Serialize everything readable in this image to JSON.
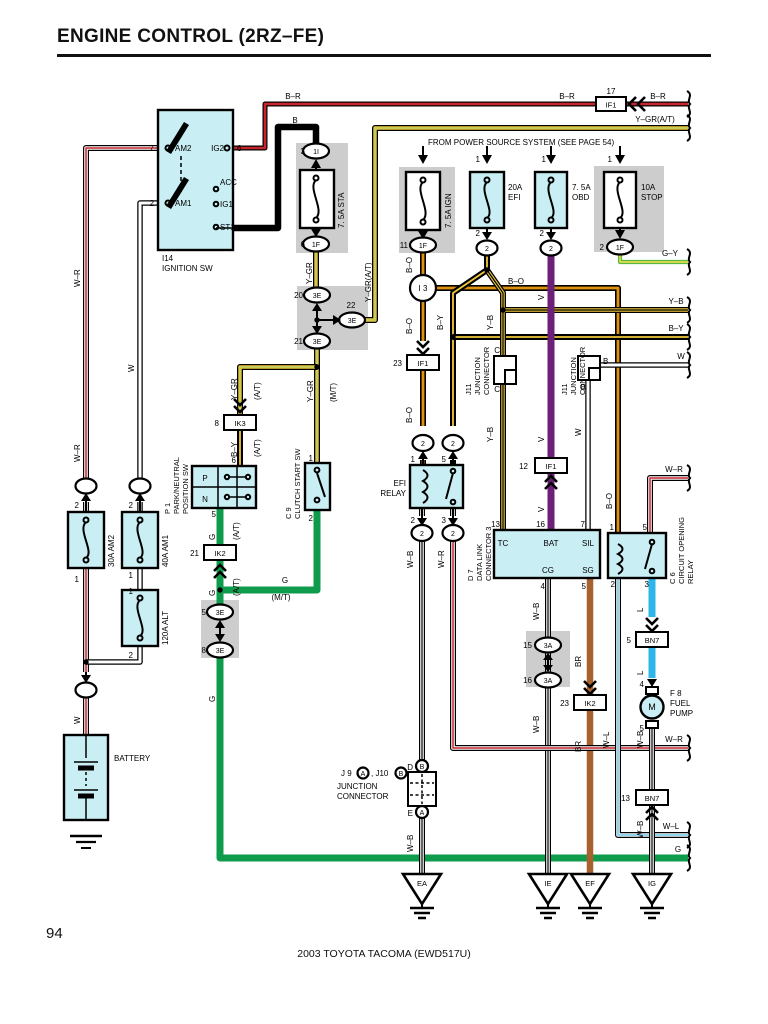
{
  "page": {
    "title": "ENGINE CONTROL (2RZ–FE)",
    "number": "94",
    "footer": "2003 TOYOTA TACOMA (EWD517U)",
    "power_note": "FROM POWER SOURCE SYSTEM (SEE PAGE 54)"
  },
  "w": {
    "br": "B–R",
    "b": "B",
    "ygr": "Y–GR",
    "ygr_at": "Y–GR(A/T)",
    "at": "(A/T)",
    "mt": "(M/T)",
    "by": "B–Y",
    "yb": "Y–B",
    "gy": "G–Y",
    "g": "G",
    "w": "W",
    "wr": "W–R",
    "wb": "W–B",
    "wl": "W–L",
    "bo": "B–O",
    "brn": "BR",
    "v": "V",
    "l": "L"
  },
  "ign": {
    "ref": "I14",
    "name": "IGNITION SW",
    "am2": "AM2",
    "am1": "AM1",
    "ig2": "IG2",
    "acc": "ACC",
    "ig1": "IG1",
    "st1": "ST1"
  },
  "fuses": {
    "sta": "7. 5A STA",
    "ignf": "7. 5A IGN",
    "efi1": "20A",
    "efi2": "EFI",
    "obd1": "7. 5A",
    "obd2": "OBD",
    "stop1": "10A",
    "stop2": "STOP",
    "am2": "30A AM2",
    "am1": "40A AM1",
    "alt": "120A ALT"
  },
  "pins": {
    "n1": "1",
    "n2": "2",
    "n3": "3",
    "n4": "4",
    "n5": "5",
    "n6": "6",
    "n7": "7",
    "n8": "8",
    "n11": "11",
    "n12": "12",
    "n13": "13",
    "n15": "15",
    "n16": "16",
    "n17": "17",
    "n20": "20",
    "n21": "21",
    "n22": "22",
    "n23": "23"
  },
  "conn": {
    "if1": "IF1",
    "ik2": "IK2",
    "ik3": "IK3",
    "bn7": "BN7",
    "e": "3E",
    "a": "3A",
    "f": "1F",
    "i": "1I",
    "two": "2",
    "i3": "I 3"
  },
  "comp": {
    "p1": {
      "ref": "P 1\nPARK/NEUTRAL\nPOSITION SW",
      "p": "P",
      "n": "N"
    },
    "c9": {
      "ref": "C 9\nCLUTCH START SW"
    },
    "efi_relay": {
      "l1": "EFI",
      "l2": "RELAY"
    },
    "dlc": {
      "ref": "D 7\nDATA LINK\nCONNECTOR 3",
      "tc": "TC",
      "bat": "BAT",
      "sil": "SIL",
      "cg": "CG",
      "sg": "SG"
    },
    "c6": {
      "ref": "C 6\nCIRCUIT OPENING\nRELAY"
    },
    "f8": {
      "ref": "F 8",
      "l1": "FUEL",
      "l2": "PUMP",
      "m": "M"
    },
    "j11": {
      "ref": "J11\nJUNCTION\nCONNECTOR",
      "c": "C",
      "b": "B"
    },
    "j910": {
      "l1": "J 9",
      "a": "A",
      "l2": ", J10",
      "b": "B",
      "l3": "JUNCTION",
      "l4": "CONNECTOR",
      "d": "D",
      "e": "E"
    },
    "battery": "BATTERY"
  },
  "grounds": {
    "ea": "EA",
    "ie": "IE",
    "ef": "EF",
    "ig": "IG"
  },
  "colors": {
    "wire_red": "#c8242e",
    "wire_yellow": "#f1c93c",
    "wire_green": "#0f9b4c",
    "wire_green_yellow": "#58b947",
    "wire_orange": "#e0920f",
    "wire_purple": "#6d2077",
    "wire_brown": "#a9602f",
    "wire_lightblue": "#2eb6ea",
    "component_fill": "#c9eef3",
    "panel_gray": "#cdcdcd"
  }
}
